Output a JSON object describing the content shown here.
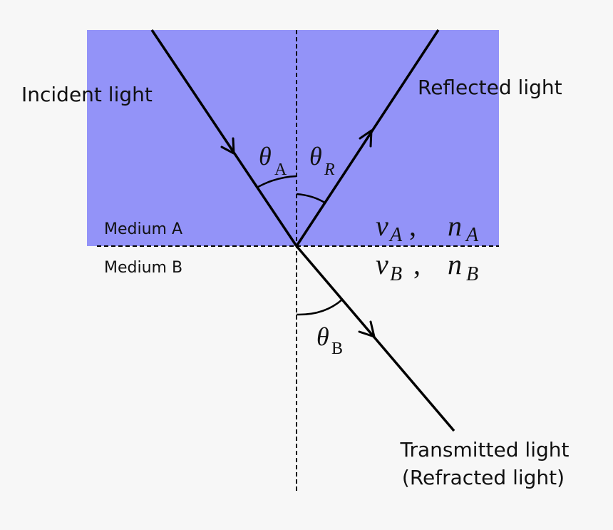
{
  "diagram": {
    "title": "Reflection and refraction of light at a boundary",
    "colors": {
      "medium_a": "#9393f8",
      "background": "#f7f7f7",
      "ink": "#000000"
    },
    "labels": {
      "incident": "Incident light",
      "reflected": "Reflected light",
      "transmitted_line1": "Transmitted light",
      "transmitted_line2": "(Refracted light)",
      "medium_a": "Medium A",
      "medium_b": "Medium B"
    },
    "angles": {
      "theta": "θ",
      "a_sub": "A",
      "r_sub": "R",
      "b_sub": "B"
    },
    "properties": {
      "a": {
        "v": "v",
        "v_sub": "A",
        "sep": ",",
        "n": "n",
        "n_sub": "A"
      },
      "b": {
        "v": "v",
        "v_sub": "B",
        "sep": ",",
        "n": "n",
        "n_sub": "B"
      }
    }
  }
}
